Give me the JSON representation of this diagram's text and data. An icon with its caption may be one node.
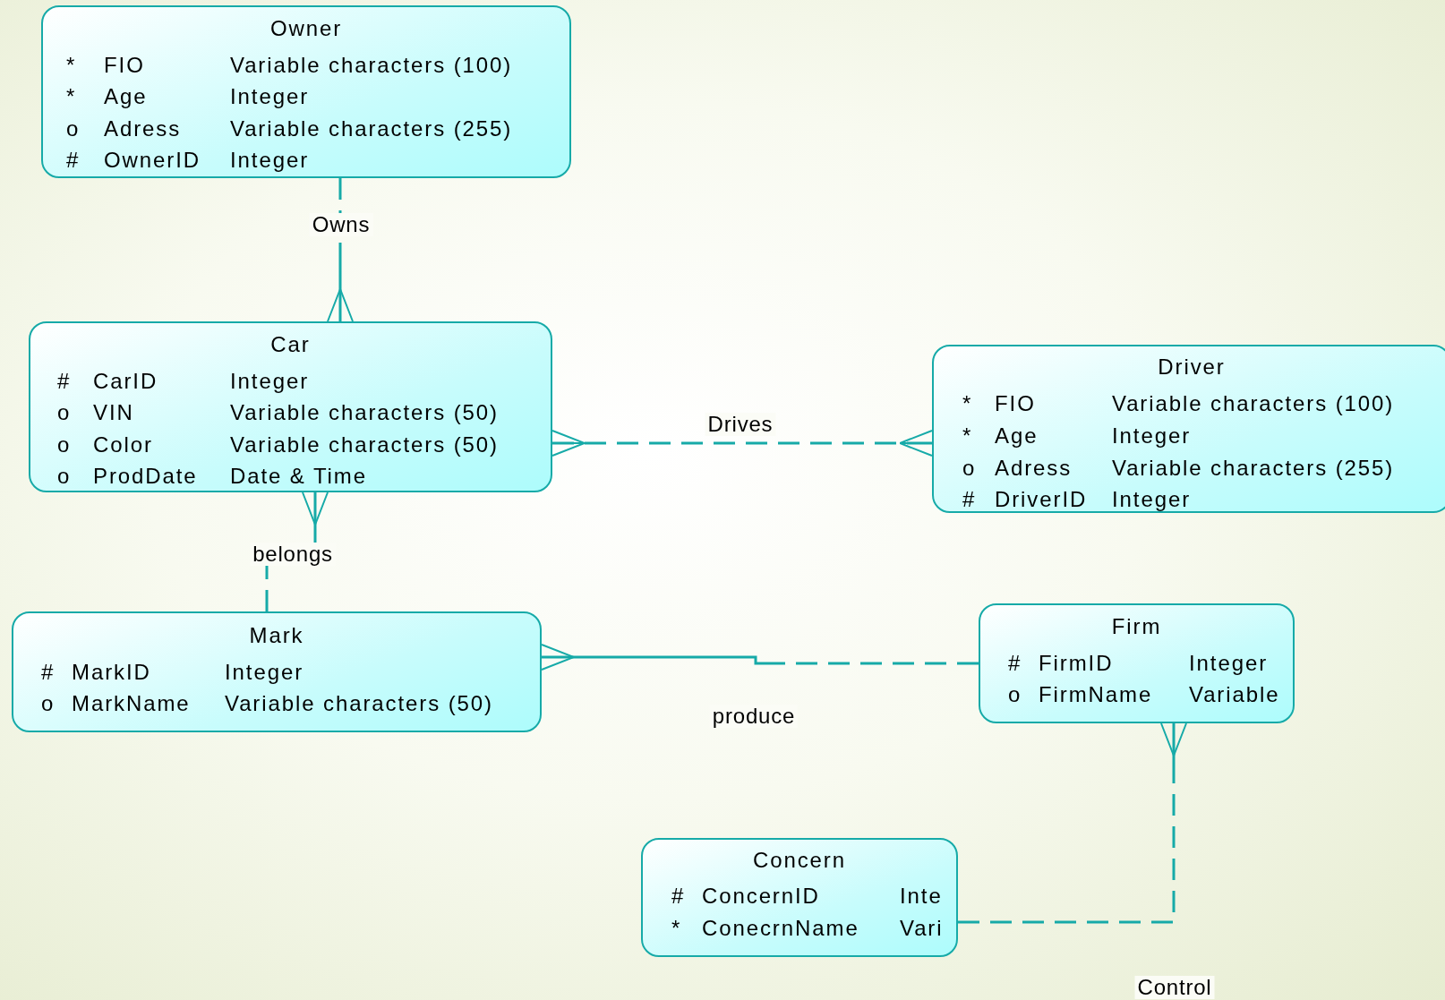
{
  "diagram": {
    "nodes": [
      {
        "text": [
          "Owner",
          "*",
          "FIO",
          "Variable characters (100)",
          "*",
          "Age",
          "Integer",
          "o",
          "Adress",
          "Variable characters (255)",
          "#",
          "OwnerID",
          "Integer"
        ]
      },
      {
        "text": [
          "Car",
          "#",
          "CarID",
          "Integer",
          "o",
          "VIN",
          "Variable characters (50)",
          "o",
          "Color",
          "Variable characters (50)",
          "o",
          "ProdDate",
          "Date & Time"
        ]
      },
      {
        "text": [
          "Driver",
          "*",
          "FIO",
          "Variable characters (100)",
          "*",
          "Age",
          "Integer",
          "o",
          "Adress",
          "Variable characters (255)",
          "#",
          "DriverID",
          "Integer"
        ]
      },
      {
        "text": [
          "Mark",
          "#",
          "MarkID",
          "Integer",
          "o",
          "MarkName",
          "Variable characters (50)"
        ]
      },
      {
        "text": [
          "Firm",
          "#",
          "FirmID",
          "Integer",
          "o",
          "FirmName",
          "Variable"
        ]
      },
      {
        "text": [
          "Concern",
          "#",
          "ConcernID",
          "Inte",
          "*",
          "ConecrnName",
          "Vari"
        ]
      }
    ],
    "edges": [
      {
        "from": 0,
        "to": 1,
        "label": "Owns",
        "arrow": "other",
        "style": "dashed"
      },
      {
        "from": 1,
        "to": 2,
        "label": "Drives",
        "arrow": "other",
        "style": "dashed"
      },
      {
        "from": 3,
        "to": 1,
        "label": "belongs",
        "arrow": "other",
        "style": "dashed"
      },
      {
        "from": 4,
        "to": 3,
        "label": "produce",
        "arrow": "other",
        "style": "dashed"
      },
      {
        "from": 5,
        "to": 4,
        "label": "Control",
        "arrow": "other",
        "style": "dashed"
      }
    ]
  }
}
